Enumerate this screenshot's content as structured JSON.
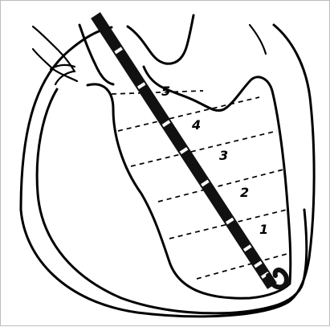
{
  "diagram": {
    "segments": [
      {
        "label": "5"
      },
      {
        "label": "4"
      },
      {
        "label": "3"
      },
      {
        "label": "2"
      },
      {
        "label": "1"
      }
    ],
    "catheter_color": "#111111",
    "electrode_color": "#ffffff"
  }
}
